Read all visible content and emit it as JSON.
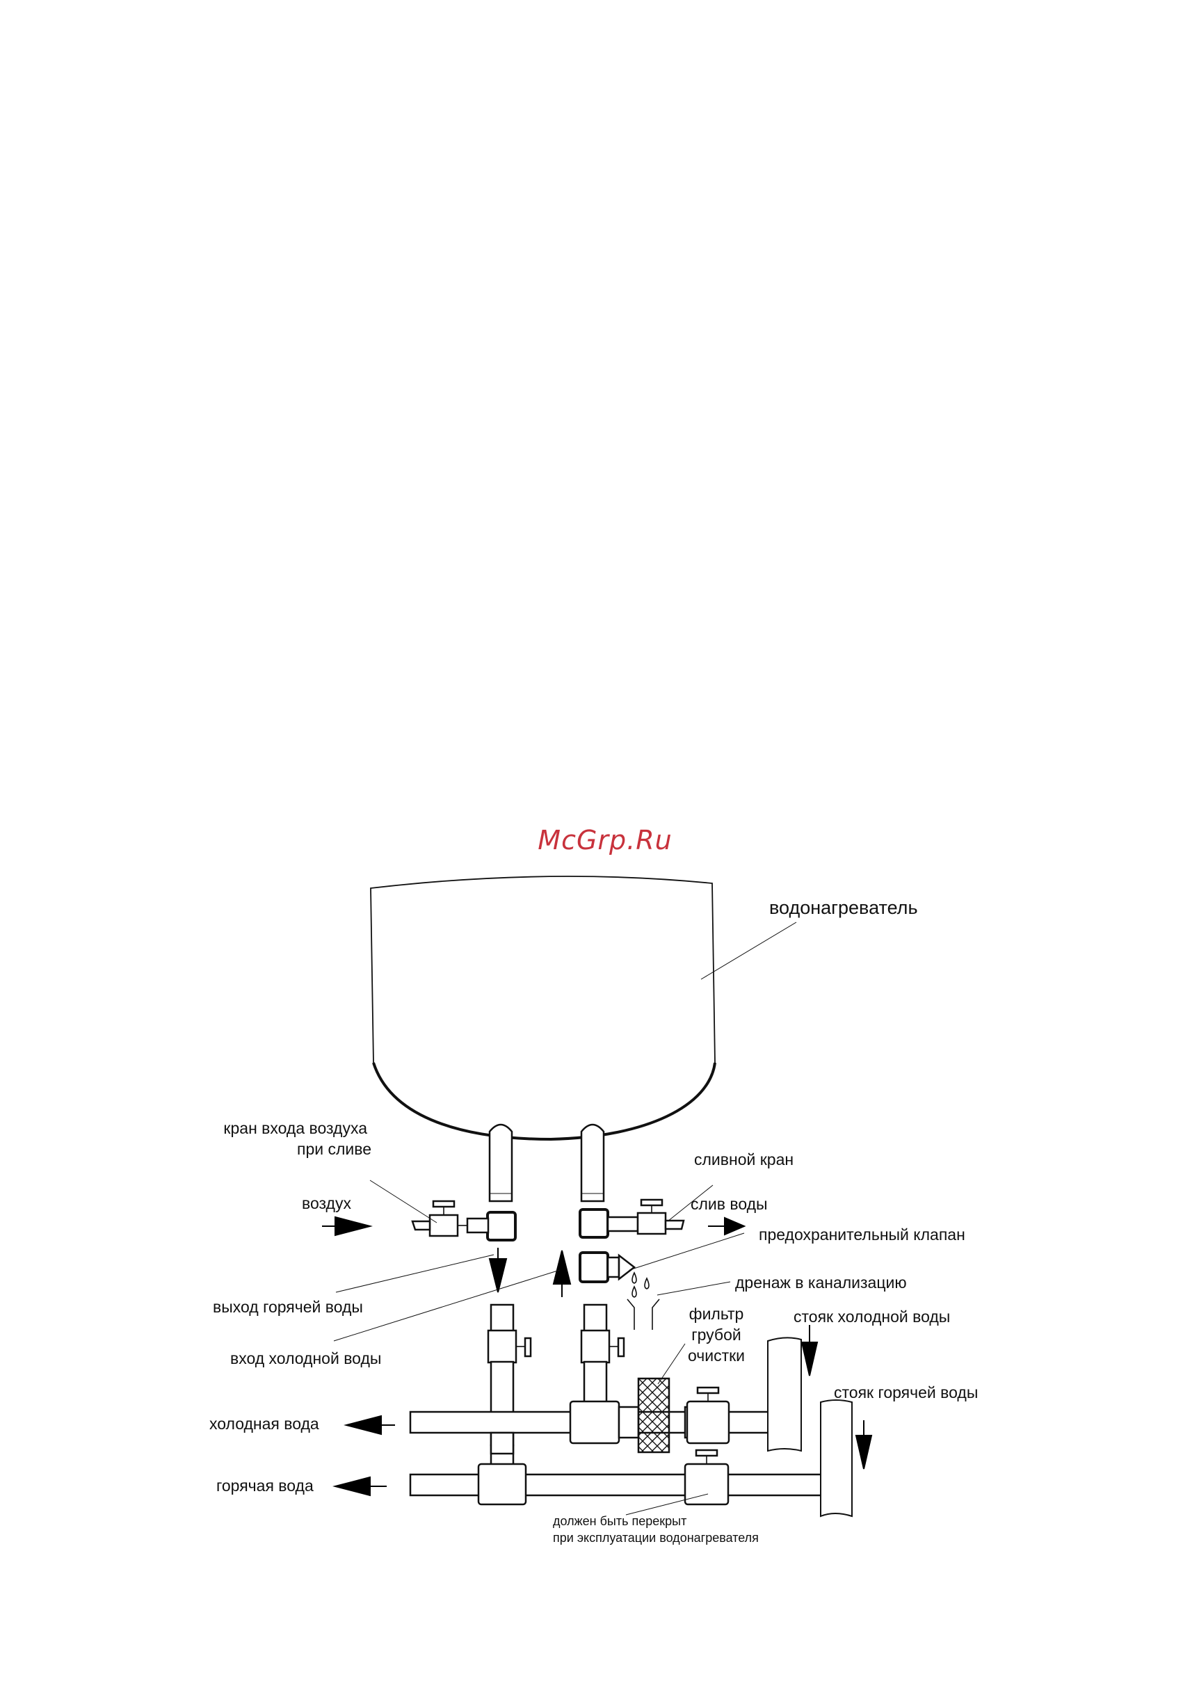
{
  "watermark": "McGrp.Ru",
  "labels": {
    "heater": "водонагреватель",
    "air_valve_line1": "кран входа воздуха",
    "air_valve_line2": "при сливе",
    "drain_valve": "сливной кран",
    "air": "воздух",
    "water_drain": "слив воды",
    "safety_valve": "предохранительный клапан",
    "sewer_drain": "дренаж в канализацию",
    "hot_out": "выход горячей воды",
    "cold_in": "вход холодной воды",
    "filter_line1": "фильтр",
    "filter_line2": "грубой",
    "filter_line3": "очистки",
    "cold_riser": "стояк холодной воды",
    "hot_riser": "стояк горячей воды",
    "cold_water": "холодная вода",
    "hot_water": "горячая вода",
    "note_line1": "должен быть перекрыт",
    "note_line2": "при эксплуатации водонагревателя"
  }
}
